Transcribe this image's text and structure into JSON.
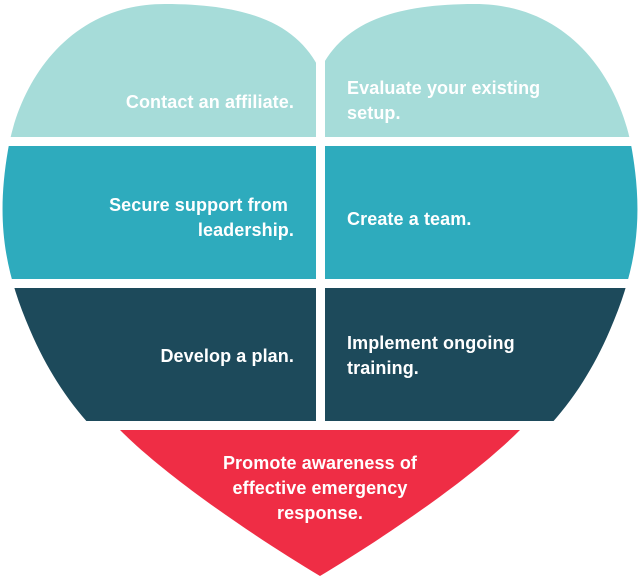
{
  "diagram": {
    "type": "heart-infographic",
    "colors": {
      "row1": "#a6dcd9",
      "row2": "#2eabbd",
      "row3": "#1d4a5b",
      "bottom": "#ef2d45",
      "text": "#ffffff"
    },
    "segments": [
      {
        "id": "contact-affiliate",
        "row": 1,
        "side": "left",
        "text": "Contact an affiliate."
      },
      {
        "id": "evaluate-setup",
        "row": 1,
        "side": "right",
        "text": "Evaluate your existing setup."
      },
      {
        "id": "secure-support",
        "row": 2,
        "side": "left",
        "text": "Secure support from leadership."
      },
      {
        "id": "create-team",
        "row": 2,
        "side": "right",
        "text": "Create a team."
      },
      {
        "id": "develop-plan",
        "row": 3,
        "side": "left",
        "text": "Develop a plan."
      },
      {
        "id": "implement-training",
        "row": 3,
        "side": "right",
        "text": "Implement ongoing training."
      },
      {
        "id": "promote-awareness",
        "row": 4,
        "side": "center",
        "text": "Promote awareness of effective emergency response."
      }
    ],
    "labels": {
      "contact": "Contact an affiliate.",
      "evaluate_l1": "Evaluate your existing",
      "evaluate_l2": "setup.",
      "secure_l1": "Secure support from",
      "secure_l2": "leadership.",
      "create": "Create a team.",
      "develop": "Develop a plan.",
      "implement_l1": "Implement ongoing",
      "implement_l2": "training.",
      "promote_l1": "Promote awareness of",
      "promote_l2": "effective emergency",
      "promote_l3": "response."
    }
  }
}
